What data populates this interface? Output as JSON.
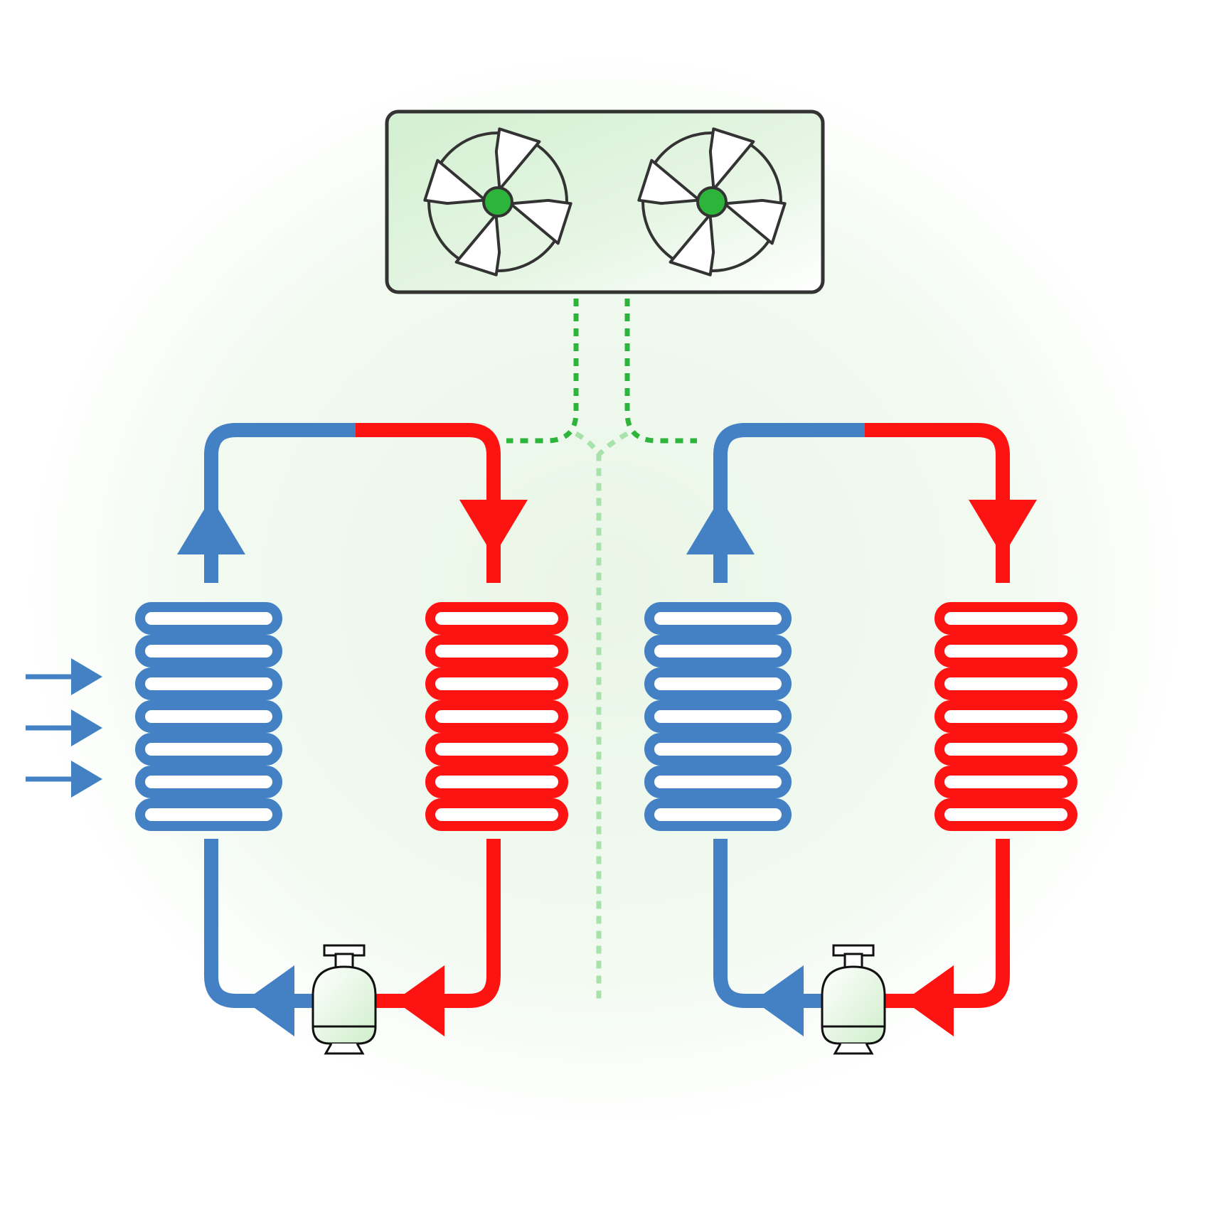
{
  "colors": {
    "cold": "#4381c4",
    "hot": "#fe1313",
    "fan_hub": "#2db43a",
    "dotted_line": "#2db43a",
    "dotted_line_faint": "#a8e2ab",
    "panel_fill": "#d7f0d6",
    "outline": "#333333",
    "background_glow": "#eaf6e8"
  },
  "icons": {
    "fan": "fan-icon",
    "tank": "gas-cylinder-icon",
    "airflow": "arrow-right-icon"
  },
  "fan_count": 2,
  "circuit_count": 2,
  "coil_turns": 7,
  "airflow_arrows": 3
}
